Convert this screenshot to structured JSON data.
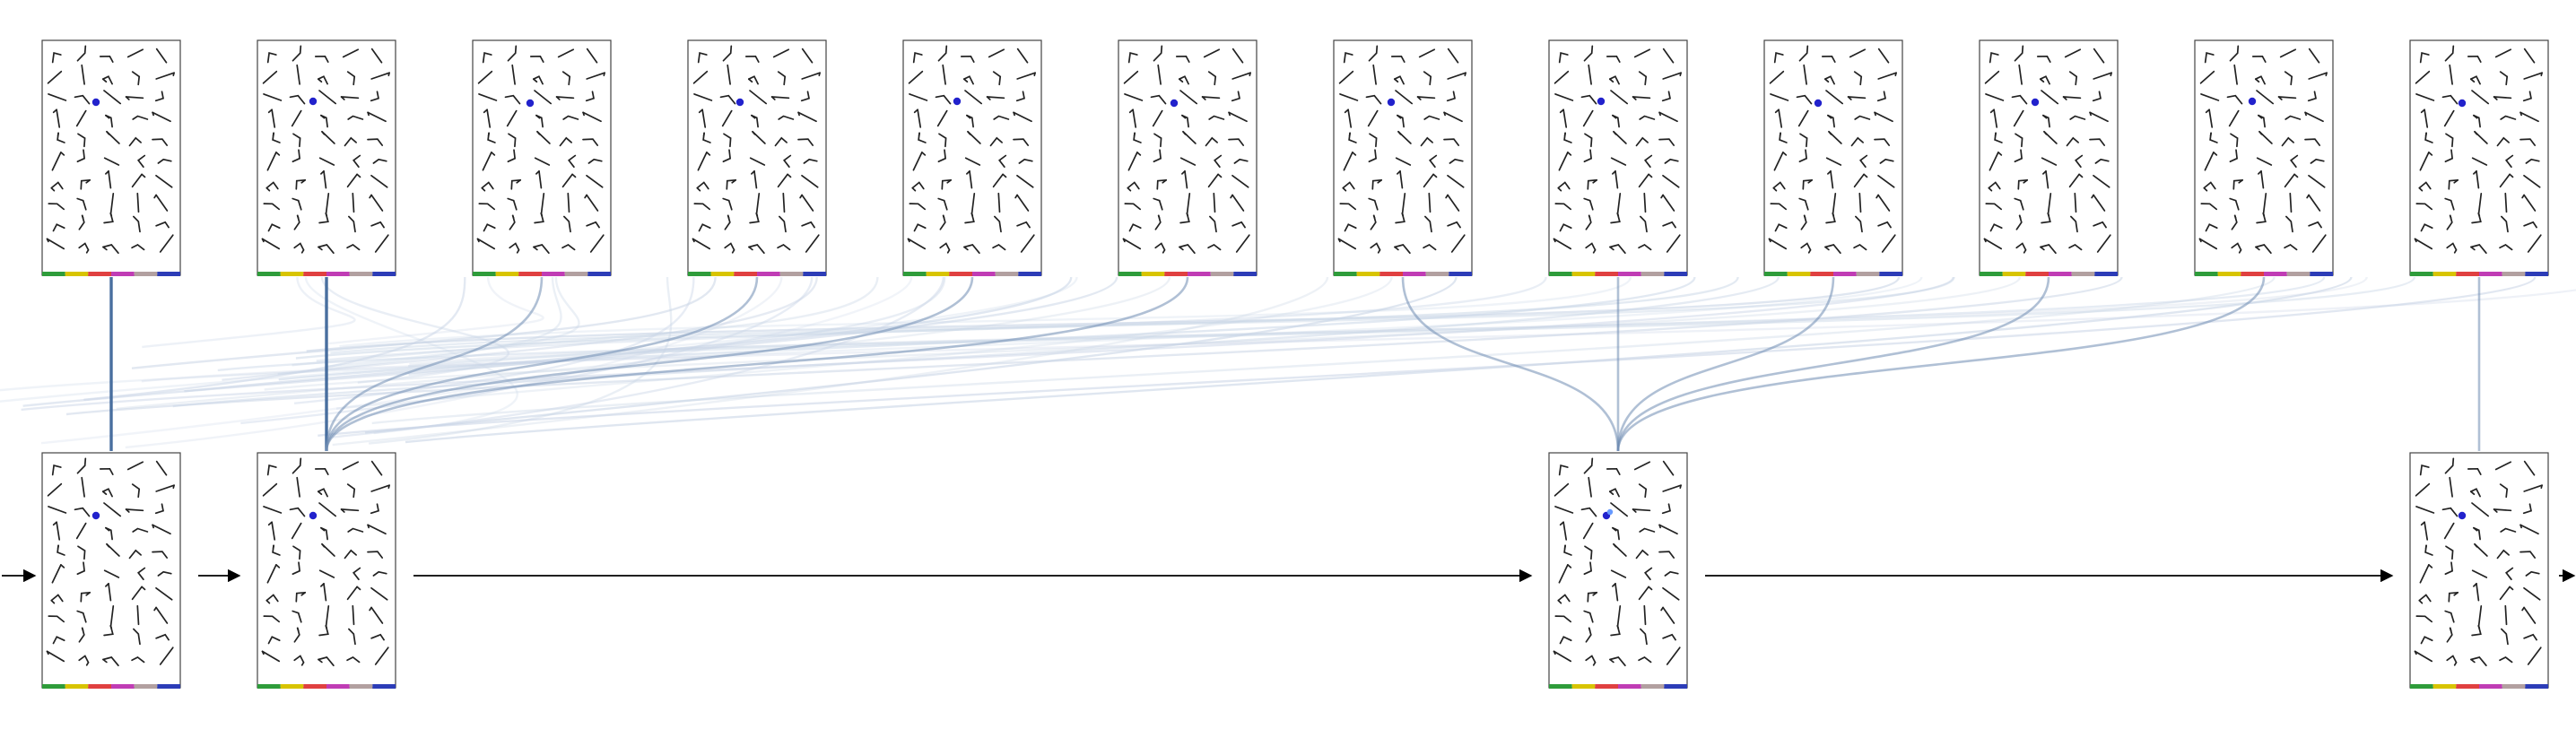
{
  "figure": {
    "top_row_count": 12,
    "bottom_row_count": 4,
    "bottom_row_positions": [
      1,
      2,
      8,
      12
    ],
    "top_to_bottom_links": [
      [
        1,
        1
      ],
      [
        2,
        2
      ],
      [
        3,
        2
      ],
      [
        4,
        2
      ],
      [
        5,
        2
      ],
      [
        6,
        2
      ],
      [
        7,
        8
      ],
      [
        8,
        8
      ],
      [
        9,
        8
      ],
      [
        10,
        8
      ],
      [
        11,
        8
      ],
      [
        12,
        12
      ]
    ],
    "strong_links": [
      [
        1,
        1
      ],
      [
        2,
        2
      ]
    ],
    "colors": {
      "panel_border": "#444444",
      "glyph": "#222222",
      "marker": "#2222cc",
      "marker_light": "#6699ff",
      "link": "#6f8db3",
      "link_strong": "#3f679a",
      "link_faint": "#c9d5e6",
      "arrow": "#000000",
      "color_bar": [
        "#2e9c3a",
        "#d8c400",
        "#e04040",
        "#c03cb5",
        "#b2a0a0",
        "#2c3cb7"
      ]
    }
  }
}
